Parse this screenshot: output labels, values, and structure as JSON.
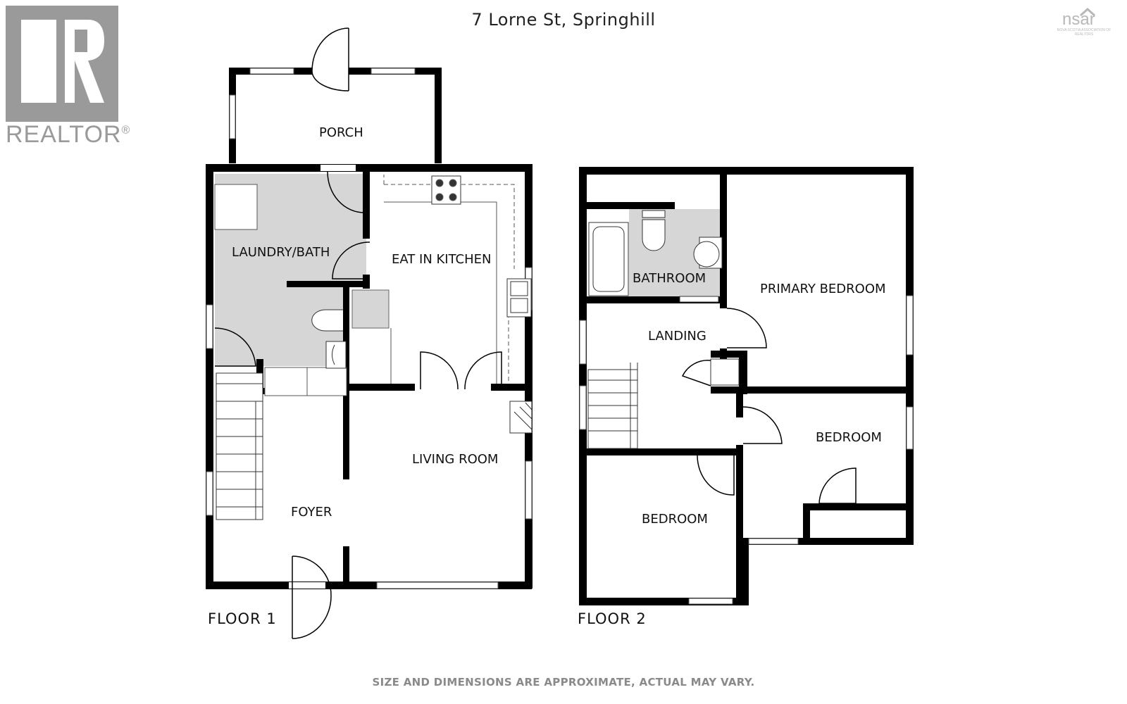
{
  "header": {
    "address": "7 Lorne St, Springhill"
  },
  "branding": {
    "realtor_logo_text": "REALTOR",
    "realtor_registered": "®",
    "nsar_logo_text": "nsar",
    "nsar_logo_subtitle": "NOVA SCOTIA ASSOCIATION OF REALTORS"
  },
  "floors": [
    {
      "label": "FLOOR 1",
      "rooms": [
        "PORCH",
        "LAUNDRY/BATH",
        "EAT IN KITCHEN",
        "LIVING ROOM",
        "FOYER"
      ]
    },
    {
      "label": "FLOOR 2",
      "rooms": [
        "BATHROOM",
        "PRIMARY BEDROOM",
        "LANDING",
        "BEDROOM",
        "BEDROOM"
      ]
    }
  ],
  "footer": {
    "disclaimer": "SIZE AND DIMENSIONS ARE APPROXIMATE, ACTUAL MAY VARY."
  },
  "colors": {
    "wall": "#000000",
    "wet_room_fill": "#d6d6d6",
    "logo_grey": "#9a9a9a"
  }
}
